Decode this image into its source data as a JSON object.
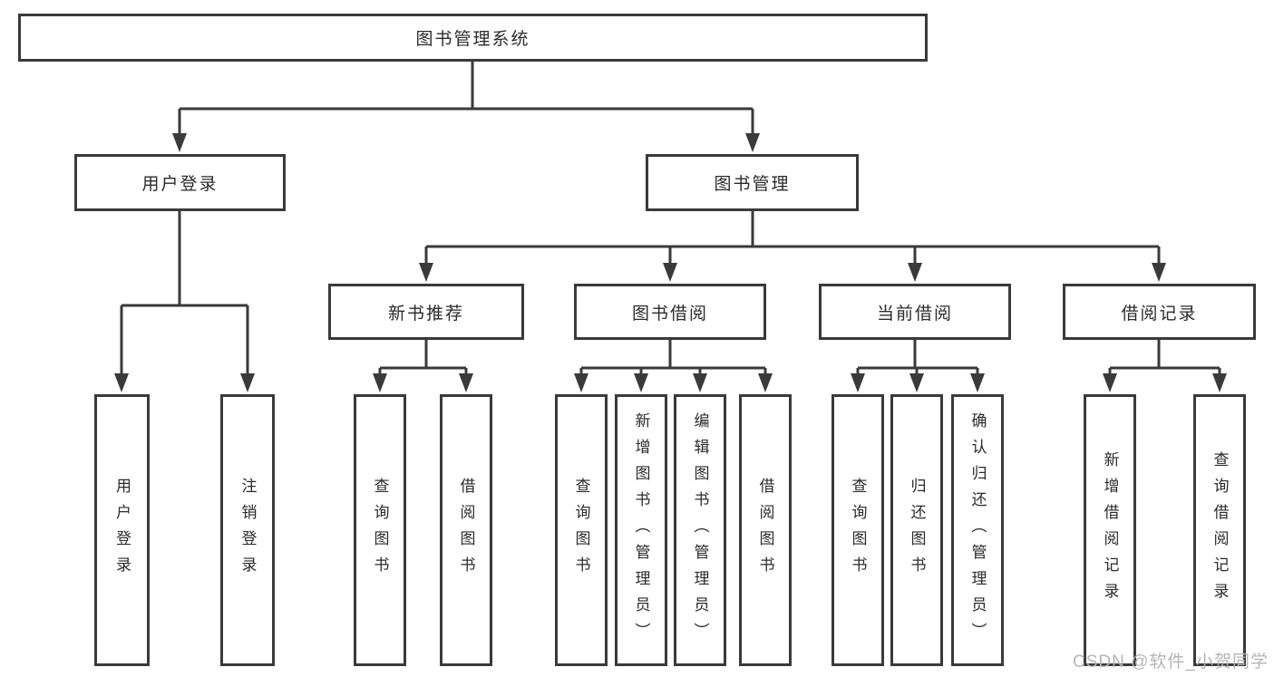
{
  "nodes": {
    "root": "图书管理系统",
    "user_login": "用户登录",
    "book_management": "图书管理",
    "new_book_recommend": "新书推荐",
    "book_borrow": "图书借阅",
    "current_borrow": "当前借阅",
    "borrow_records": "借阅记录"
  },
  "leaves": {
    "user_login": "用户登录",
    "logout": "注销登录",
    "nb_search_books": "查询图书",
    "nb_borrow_books": "借阅图书",
    "bb_search_books": "查询图书",
    "bb_add_books": "新增图书（管理员）",
    "bb_edit_books": "编辑图书（管理员）",
    "bb_borrow_books": "借阅图书",
    "cb_search_books": "查询图书",
    "cb_return_books": "归还图书",
    "cb_confirm_return": "确认归还（管理员）",
    "br_add_record": "新增借阅记录",
    "br_search_record": "查询借阅记录"
  },
  "watermark": "CSDN @软件_小贺同学",
  "colors": {
    "line": "#3a3a3a",
    "text": "#2b2b2b",
    "watermark": "#b5b5b5",
    "background": "#ffffff"
  }
}
